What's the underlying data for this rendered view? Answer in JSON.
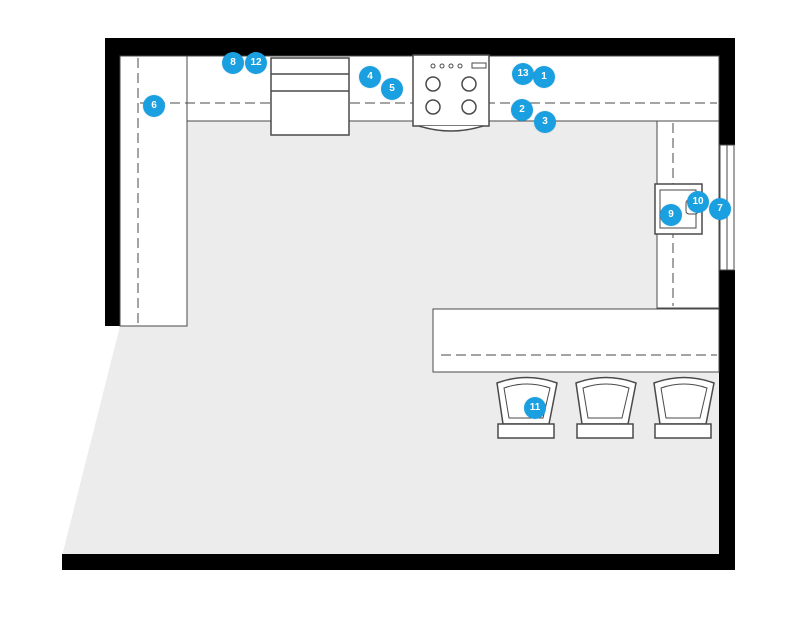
{
  "colors": {
    "wall": "#000000",
    "floor": "#ececec",
    "counter": "#ffffff",
    "outline": "#4a4a4a",
    "marker": "#1a9fe0"
  },
  "markers": [
    {
      "id": "1",
      "label": "1"
    },
    {
      "id": "2",
      "label": "2"
    },
    {
      "id": "3",
      "label": "3"
    },
    {
      "id": "4",
      "label": "4"
    },
    {
      "id": "5",
      "label": "5"
    },
    {
      "id": "6",
      "label": "6"
    },
    {
      "id": "7",
      "label": "7"
    },
    {
      "id": "8",
      "label": "8"
    },
    {
      "id": "9",
      "label": "9"
    },
    {
      "id": "10",
      "label": "10"
    },
    {
      "id": "11",
      "label": "11"
    },
    {
      "id": "12",
      "label": "12"
    },
    {
      "id": "13",
      "label": "13"
    }
  ]
}
